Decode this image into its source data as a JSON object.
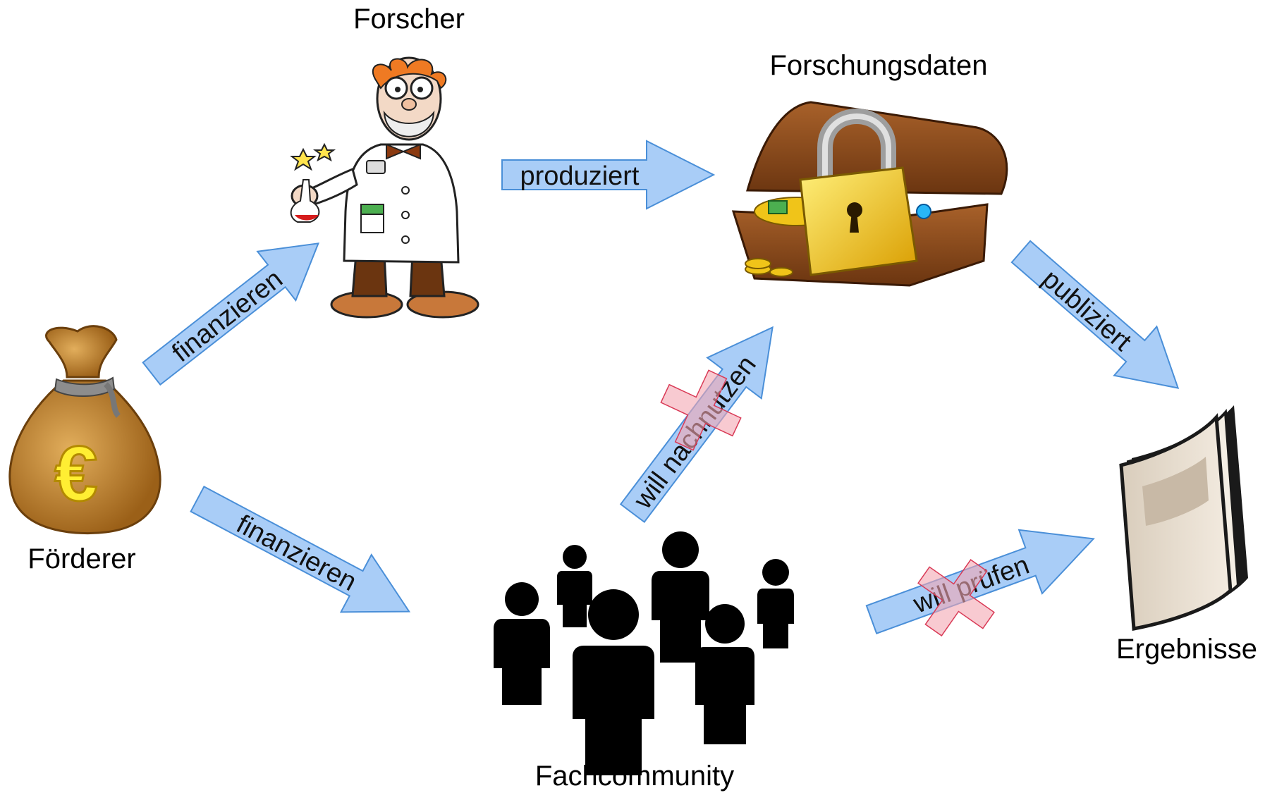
{
  "nodes": {
    "researcher": "Forscher",
    "research_data": "Forschungsdaten",
    "funder": "Förderer",
    "community": "Fachcommunity",
    "results": "Ergebnisse"
  },
  "arrows": {
    "funder_to_researcher": "finanzieren",
    "researcher_to_data": "produziert",
    "data_to_results": "publiziert",
    "funder_to_community": "finanzieren",
    "community_to_data": "will nachnutzen",
    "community_to_results": "will prüfen"
  },
  "blocked": [
    "community_to_data",
    "community_to_results"
  ],
  "colors": {
    "arrow_fill": "#a9cdf7",
    "arrow_stroke": "#4a8fd8",
    "cross_fill": "#f4a6b3",
    "cross_stroke": "#d93a56",
    "money_bag": "#c98a2e",
    "euro_sign": "#ffee33",
    "lock": "#f2c418",
    "chest": "#8b4a1a",
    "people": "#000000"
  },
  "icons": {
    "funder": "money-bag-icon",
    "researcher": "scientist-icon",
    "research_data": "locked-treasure-chest-icon",
    "community": "people-group-icon",
    "results": "book-icon",
    "blocked": "cross-mark-icon"
  }
}
